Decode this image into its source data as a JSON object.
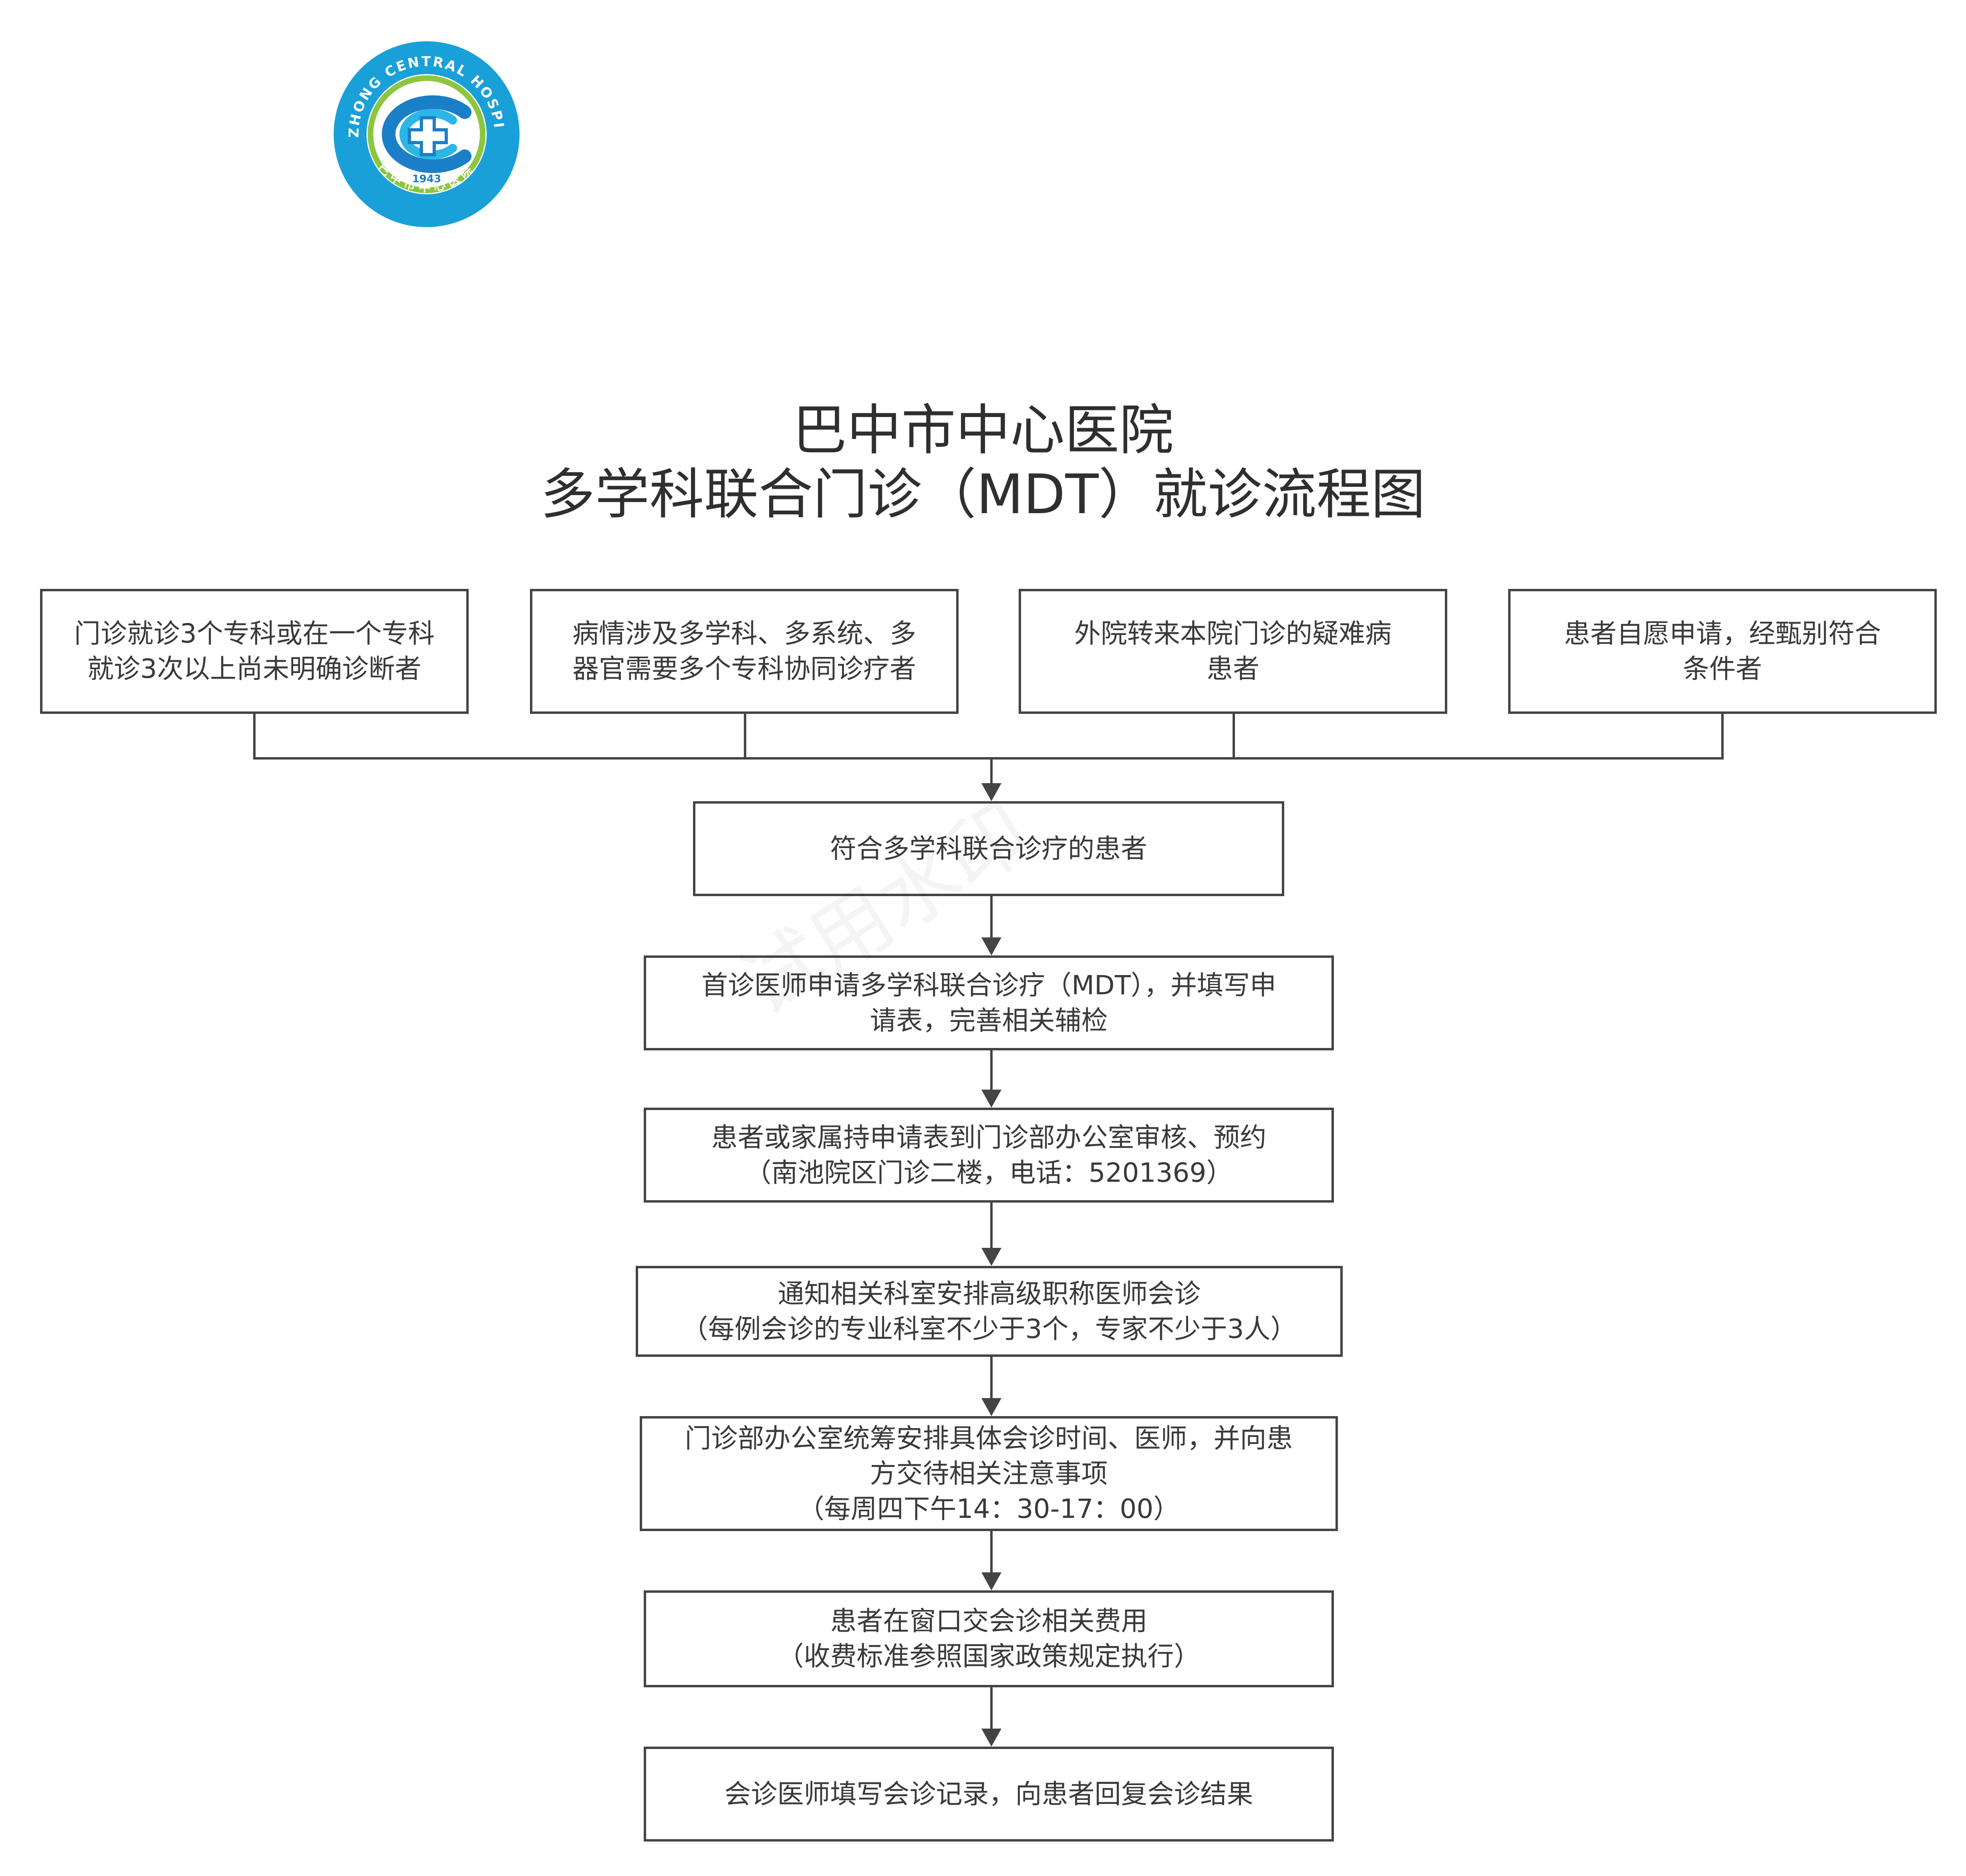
{
  "logo": {
    "ring_text": "BAZHONG CENTRAL HOSPITAL",
    "year": "1943",
    "cn_name": "巴中市中心医院",
    "colors": {
      "ring": "#1aa0d8",
      "inner_green": "#8cc63f",
      "blue": "#1a7fc7",
      "cyan": "#2bb6e6"
    }
  },
  "title": {
    "line1": "巴中市中心医院",
    "line2": "多学科联合门诊（MDT）就诊流程图"
  },
  "watermark": "试用水印",
  "criteria": [
    {
      "lines": [
        "门诊就诊3个专科或在一个专科",
        "就诊3次以上尚未明确诊断者"
      ]
    },
    {
      "lines": [
        "病情涉及多学科、多系统、多",
        "器官需要多个专科协同诊疗者"
      ]
    },
    {
      "lines": [
        "外院转来本院门诊的疑难病",
        "患者"
      ]
    },
    {
      "lines": [
        "患者自愿申请，经甄别符合",
        "条件者"
      ]
    }
  ],
  "steps": [
    {
      "lines": [
        "符合多学科联合诊疗的患者"
      ]
    },
    {
      "lines": [
        "首诊医师申请多学科联合诊疗（MDT），并填写申",
        "请表，完善相关辅检"
      ]
    },
    {
      "lines": [
        "患者或家属持申请表到门诊部办公室审核、预约",
        "（南池院区门诊二楼，电话：5201369）"
      ]
    },
    {
      "lines": [
        "通知相关科室安排高级职称医师会诊",
        "（每例会诊的专业科室不少于3个，专家不少于3人）"
      ]
    },
    {
      "lines": [
        "门诊部办公室统筹安排具体会诊时间、医师，并向患",
        "方交待相关注意事项",
        "（每周四下午14：30-17：00）"
      ]
    },
    {
      "lines": [
        "患者在窗口交会诊相关费用",
        "（收费标准参照国家政策规定执行）"
      ]
    },
    {
      "lines": [
        "会诊医师填写会诊记录，向患者回复会诊结果"
      ]
    }
  ],
  "colors": {
    "border": "#444444",
    "text": "#3a3a3a",
    "title": "#2f2f2f"
  }
}
